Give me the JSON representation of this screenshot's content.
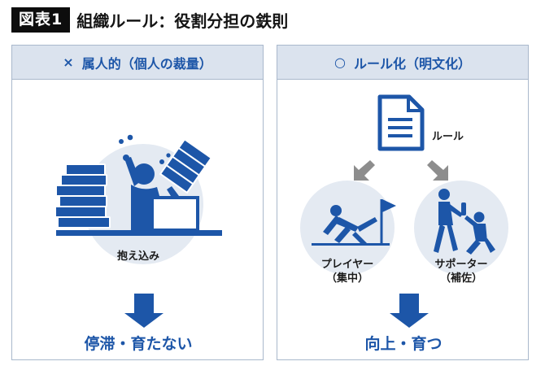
{
  "header": {
    "figure_label": "図表1",
    "title": "組織ルール：役割分担の鉄則"
  },
  "left_panel": {
    "mark": "×",
    "title": "属人的（個人の裁量）",
    "caption": "抱え込み",
    "result": "停滞・育たない"
  },
  "right_panel": {
    "mark": "○",
    "title": "ルール化（明文化）",
    "document_label": "ルール",
    "player_label": "プレイヤー",
    "player_sub": "（集中）",
    "supporter_label": "サポーター",
    "supporter_sub": "（補佐）",
    "result": "向上・育つ"
  },
  "colors": {
    "accent_blue": "#1d56a8",
    "header_fill": "#dbe3ee",
    "border": "#a9b8cc",
    "circle_fill": "#e4eaf2",
    "arrow_gray": "#8d8d8d"
  }
}
